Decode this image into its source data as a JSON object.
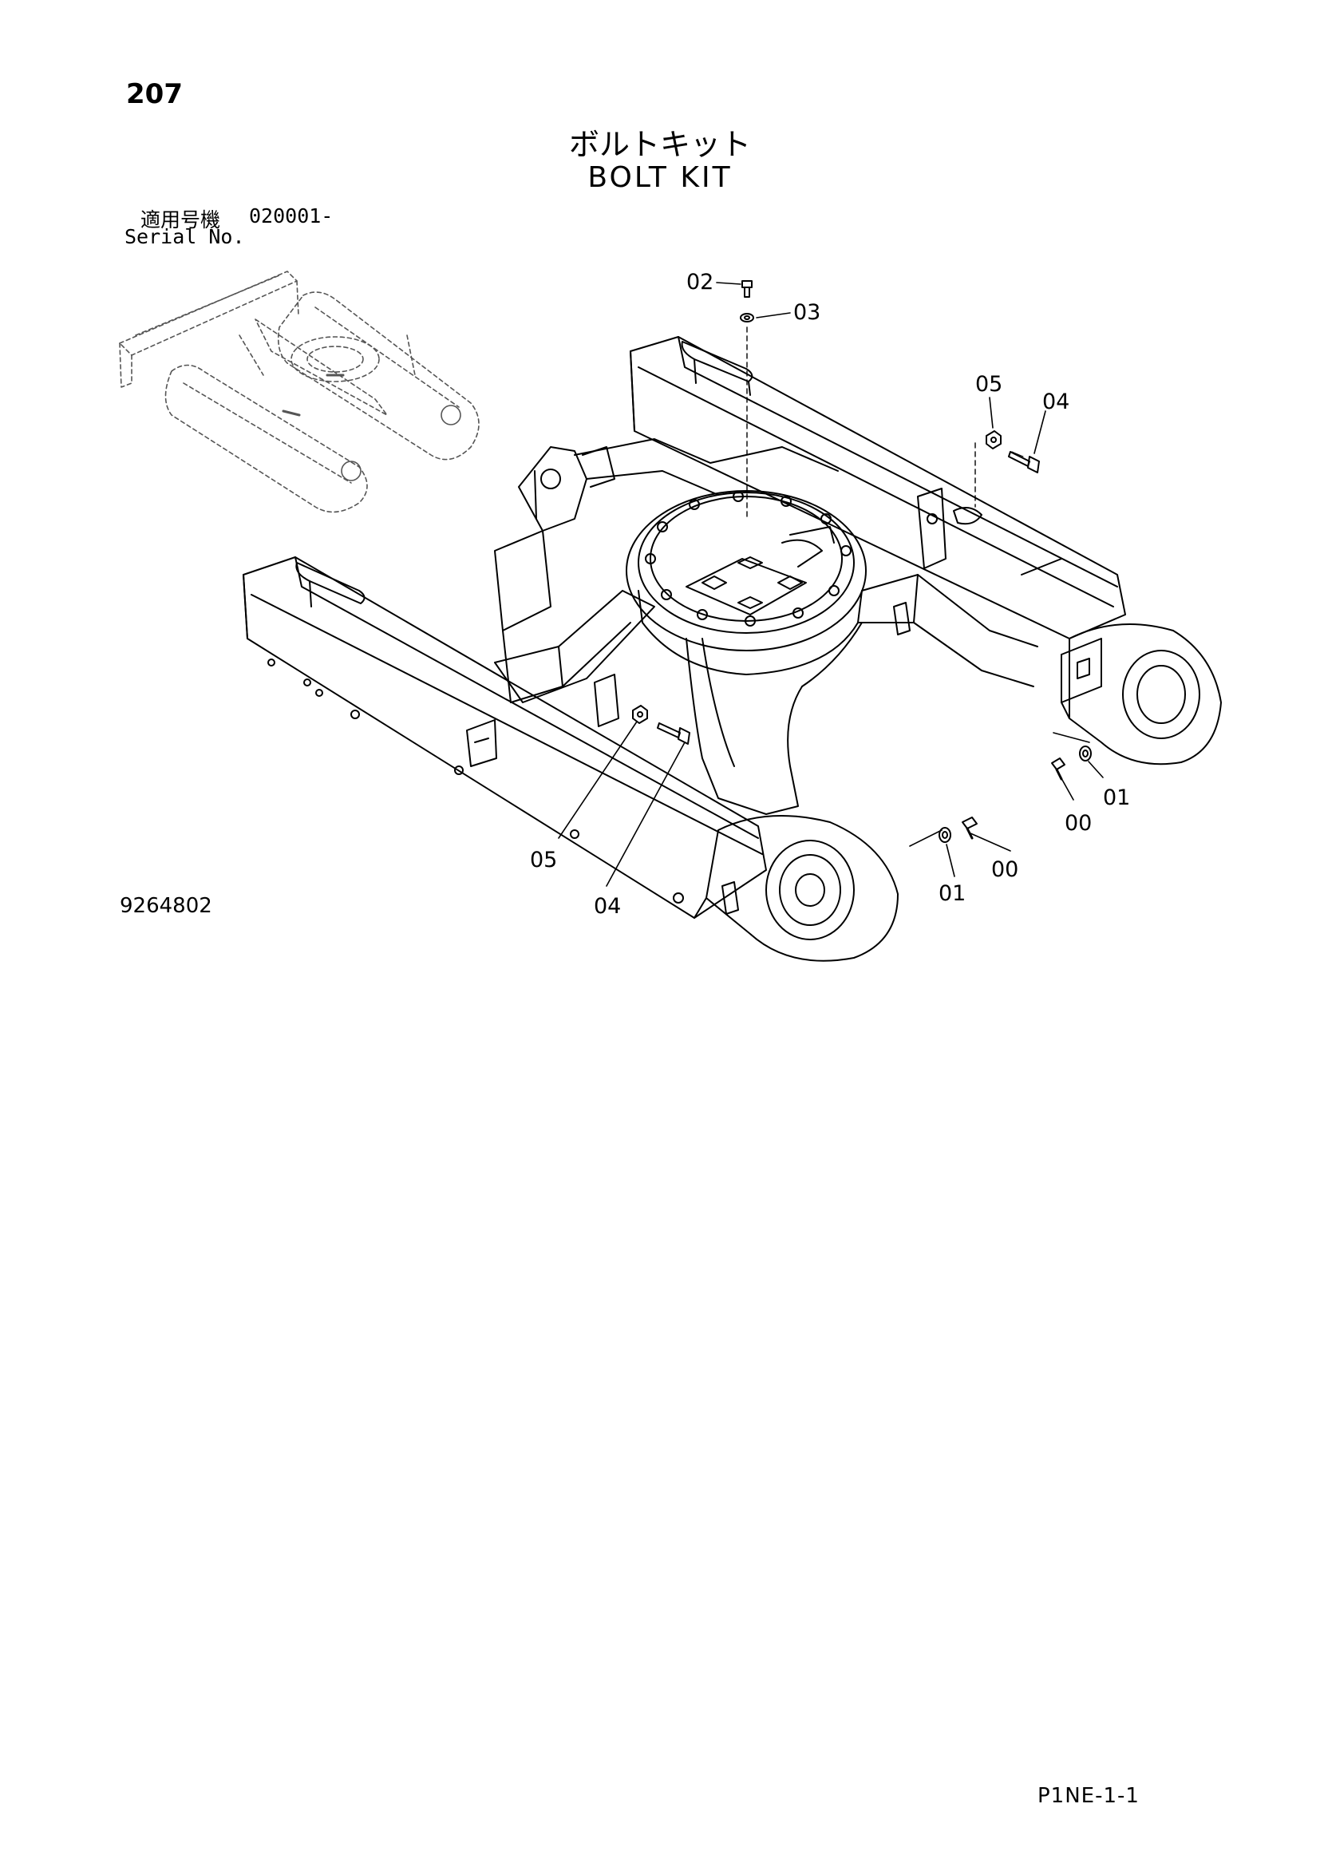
{
  "page_number": "207",
  "title_jp": "ボルトキット",
  "title_en": "BOLT KIT",
  "serial": {
    "jp_label": "適用号機",
    "range": "020001-",
    "en_label": "Serial No."
  },
  "part_labels": {
    "p02": "02",
    "p03": "03",
    "p05_top": "05",
    "p04_top": "04",
    "p01_right": "01",
    "p00_right": "00",
    "p00_bottom": "00",
    "p01_bottom": "01",
    "p05_left": "05",
    "p04_left": "04"
  },
  "drawing_number": "9264802",
  "page_code": "P1NE-1-1"
}
